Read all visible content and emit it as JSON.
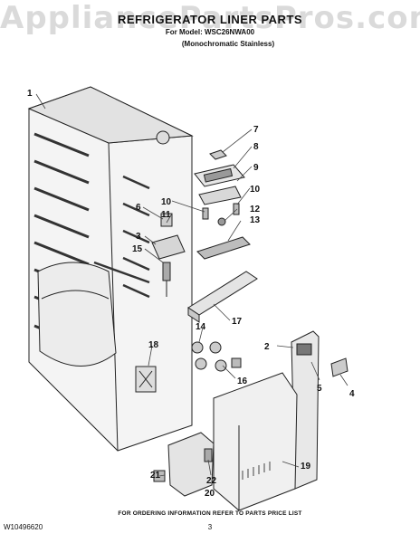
{
  "watermark": "AppliancePartsPros.com",
  "header": {
    "title": "REFRIGERATOR LINER PARTS",
    "model_line": "For Model: WSC26NWA00",
    "variant_line": "(Monochromatic Stainless)"
  },
  "callouts": [
    {
      "id": "1",
      "label": "1"
    },
    {
      "id": "2",
      "label": "2"
    },
    {
      "id": "3",
      "label": "3"
    },
    {
      "id": "4",
      "label": "4"
    },
    {
      "id": "5",
      "label": "5"
    },
    {
      "id": "6",
      "label": "6"
    },
    {
      "id": "7",
      "label": "7"
    },
    {
      "id": "8",
      "label": "8"
    },
    {
      "id": "9",
      "label": "9"
    },
    {
      "id": "10a",
      "label": "10"
    },
    {
      "id": "10b",
      "label": "10"
    },
    {
      "id": "11",
      "label": "11"
    },
    {
      "id": "12",
      "label": "12"
    },
    {
      "id": "13",
      "label": "13"
    },
    {
      "id": "14",
      "label": "14"
    },
    {
      "id": "15",
      "label": "15"
    },
    {
      "id": "16",
      "label": "16"
    },
    {
      "id": "17",
      "label": "17"
    },
    {
      "id": "18",
      "label": "18"
    },
    {
      "id": "19",
      "label": "19"
    },
    {
      "id": "20",
      "label": "20"
    },
    {
      "id": "21",
      "label": "21"
    },
    {
      "id": "22",
      "label": "22"
    }
  ],
  "footer": {
    "ordering_note": "FOR ORDERING INFORMATION REFER TO PARTS PRICE LIST",
    "doc_number": "W10496620",
    "page_number": "3"
  }
}
